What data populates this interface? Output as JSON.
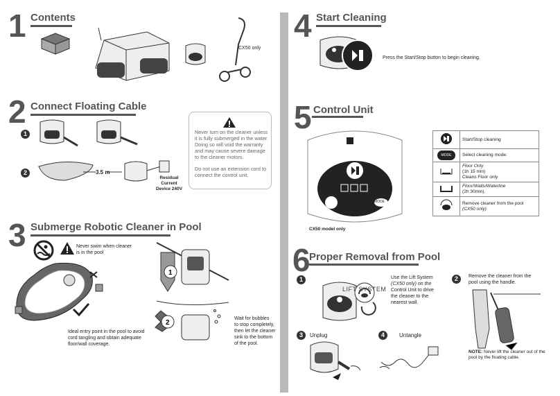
{
  "sections": {
    "s1": {
      "number": "1",
      "title": "Contents",
      "cx50_only": "CX50 only"
    },
    "s2": {
      "number": "2",
      "title": "Connect Floating Cable",
      "step1": "1",
      "step2": "2",
      "cable_length": "3.5 m",
      "rcd_label_1": "Residual Current",
      "rcd_label_2": "Device 240V"
    },
    "s3": {
      "number": "3",
      "title": "Submerge Robotic Cleaner in Pool",
      "never_swim_1": "Never swim when cleaner",
      "never_swim_2": "is in the pool",
      "ideal_1": "Ideal entry point in the pool to avoid",
      "ideal_2": "cord tangling and obtain adequate",
      "ideal_3": "floor/wall coverage.",
      "wait_1": "Wait for bubbles",
      "wait_2": "to stop completely,",
      "wait_3": "then let the cleaner",
      "wait_4": "sink to the bottom",
      "wait_5": "of the pool.",
      "step_a": "1",
      "step_b": "2"
    },
    "s4": {
      "number": "4",
      "title": "Start Cleaning",
      "instruction": "Press the Start/Stop button to begin cleaning."
    },
    "s5": {
      "number": "5",
      "title": "Control Unit",
      "cx50_model_only": "CX50 model only",
      "mode_label": "MODE"
    },
    "s6": {
      "number": "6",
      "title": "Proper Removal from Pool",
      "step1": "1",
      "step2": "2",
      "step3": "3",
      "step4": "4",
      "lift_system": "LIFT SYSTEM",
      "lift_1": "Use the Lift System",
      "lift_2": "(CX50 only) on the",
      "lift_3": "Control Unit to drive",
      "lift_4": "the cleaner to the",
      "lift_5": "nearest wall.",
      "remove_1": "Remove the cleaner from the",
      "remove_2": "pool using the handle.",
      "unplug": "Unplug",
      "untangle": "Untangle",
      "note_label": "NOTE:",
      "note_1": " Never lift the cleaner out of the",
      "note_2": "pool by the floating cable."
    }
  },
  "warning": {
    "para1": [
      "Never turn on the cleaner unless",
      "it is fully submerged in the water.",
      "Doing so will void the warranty",
      "and may cause severe damage",
      "to the cleaner motors."
    ],
    "para2": [
      "Do not use an extension cord to",
      "connect the control unit."
    ]
  },
  "control_table": {
    "rows": [
      {
        "icon": "start-stop-icon",
        "lines": [
          "Start/Stop cleaning"
        ]
      },
      {
        "icon": "mode-button-icon",
        "icon_label": "MODE",
        "lines": [
          "Select cleaning mode:"
        ]
      },
      {
        "icon": "floor-only-icon",
        "lines": [
          "Floor Only",
          "(1h 15 min)",
          "Cleans Floor only"
        ]
      },
      {
        "icon": "floor-walls-icon",
        "lines": [
          "Floor/Walls/Waterline",
          "(2h 30min)."
        ]
      },
      {
        "icon": "lift-system-icon",
        "lines": [
          "Remove cleaner from the pool",
          "(CX50 only)"
        ]
      }
    ]
  },
  "colors": {
    "heading": "#555555",
    "divider": "#b9b9b9",
    "panel_dark": "#222222"
  }
}
